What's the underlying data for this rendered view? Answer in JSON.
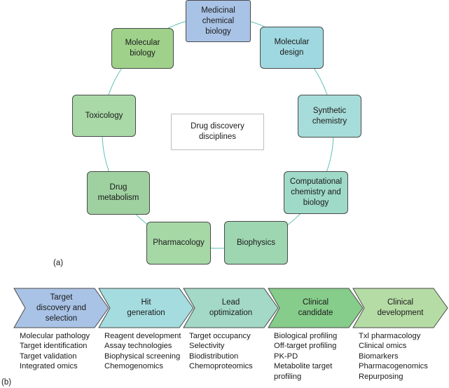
{
  "panel_a": {
    "label": "(a)",
    "center_label": "Drug discovery\ndisciplines",
    "ring_color": "#5fc0b3",
    "disciplines": [
      {
        "label": "Medicinal\nchemical\nbiology",
        "color": "#a9c3e6"
      },
      {
        "label": "Molecular\ndesign",
        "color": "#9fd8e0"
      },
      {
        "label": "Synthetic\nchemistry",
        "color": "#a6dcd9"
      },
      {
        "label": "Computational\nchemistry and\nbiology",
        "color": "#9fd9c8"
      },
      {
        "label": "Biophysics",
        "color": "#9fd6b2"
      },
      {
        "label": "Pharmacology",
        "color": "#a6d8a6"
      },
      {
        "label": "Drug\nmetabolism",
        "color": "#9fd1a0"
      },
      {
        "label": "Toxicology",
        "color": "#a9d9a6"
      },
      {
        "label": "Molecular\nbiology",
        "color": "#9fd18a"
      }
    ]
  },
  "panel_b": {
    "label": "(b)",
    "stages": [
      {
        "title": "Target\ndiscovery and\nselection",
        "color": "#a9c3e6",
        "items": [
          "Molecular pathology",
          "Target identification",
          "Target validation",
          "Integrated omics"
        ]
      },
      {
        "title": "Hit\ngeneration",
        "color": "#a5dcdf",
        "items": [
          "Reagent development",
          "Assay technologies",
          "Biophysical screening",
          "Chemogenomics"
        ]
      },
      {
        "title": "Lead\noptimization",
        "color": "#a3d9c6",
        "items": [
          "Target occupancy",
          "Selectivity",
          "Biodistribution",
          "Chemoproteomics"
        ]
      },
      {
        "title": "Clinical\ncandidate",
        "color": "#86cc8a",
        "items": [
          "Biological profiling",
          "Off-target profiling",
          "PK-PD",
          "Metabolite target",
          "profiling"
        ]
      },
      {
        "title": "Clinical\ndevelopment",
        "color": "#b6dca6",
        "items": [
          "Txl pharmacology",
          "Clinical omics",
          "Biomarkers",
          "Pharmacogenomics",
          "Repurposing"
        ]
      }
    ]
  }
}
